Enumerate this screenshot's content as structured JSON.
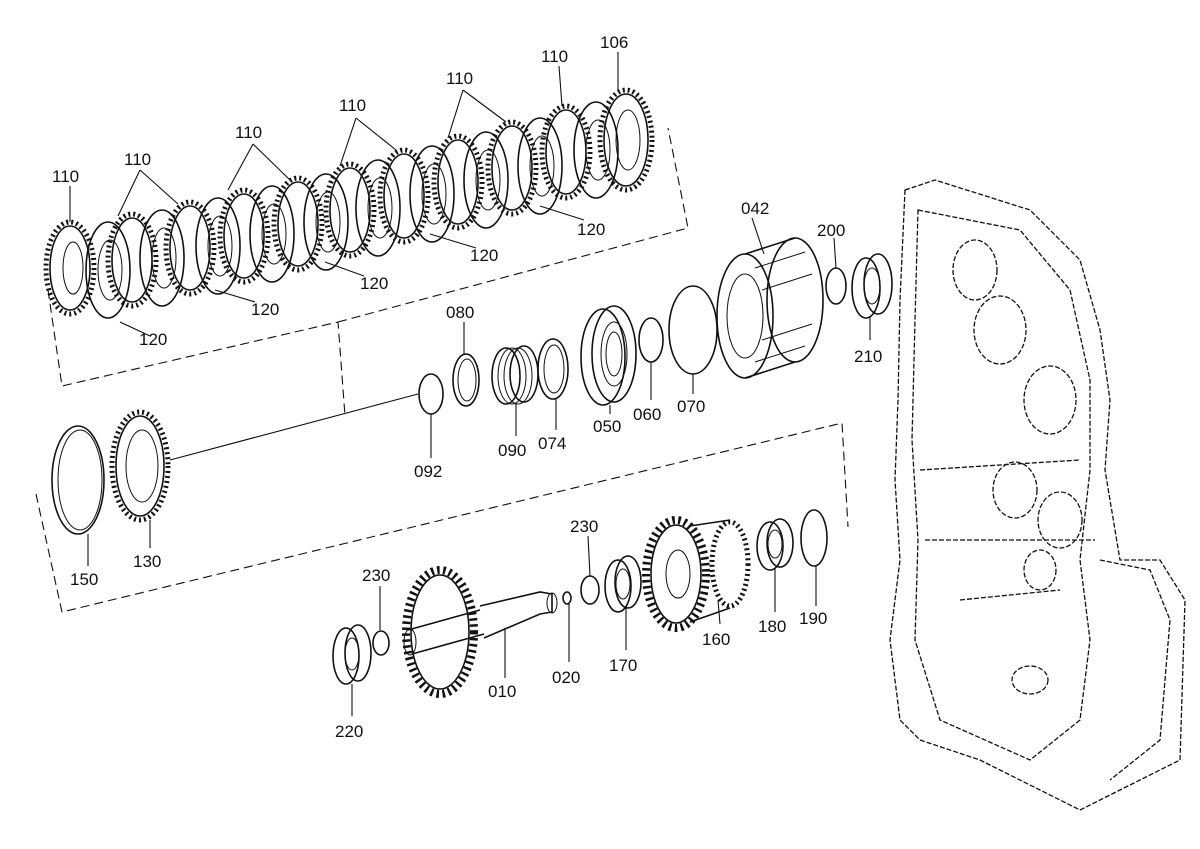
{
  "labels": {
    "p106": "106",
    "p110a": "110",
    "p110b": "110",
    "p110c": "110",
    "p110d": "110",
    "p110e": "110",
    "p110f": "110",
    "p120a": "120",
    "p120b": "120",
    "p120c": "120",
    "p120d": "120",
    "p120e": "120",
    "p042": "042",
    "p200": "200",
    "p210": "210",
    "p080": "080",
    "p092": "092",
    "p090": "090",
    "p074": "074",
    "p050": "050",
    "p060": "060",
    "p070": "070",
    "p150": "150",
    "p130": "130",
    "p230a": "230",
    "p230b": "230",
    "p220": "220",
    "p010": "010",
    "p020": "020",
    "p170": "170",
    "p160": "160",
    "p180": "180",
    "p190": "190"
  }
}
